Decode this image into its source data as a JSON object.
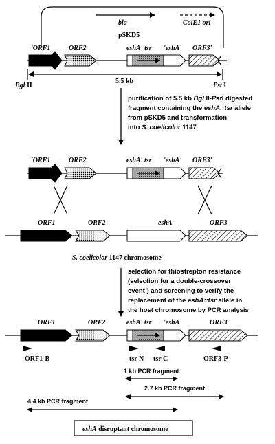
{
  "plasmid": {
    "name": "pSKD5",
    "bla": "bla",
    "colE1": "ColE1 ori",
    "orf1": "'ORF1",
    "orf2": "ORF2",
    "eshA_prime": "eshA'",
    "tsr": "tsr",
    "eshA_trunc": "'eshA",
    "orf3": "ORF3'",
    "size": "5.5 kb",
    "bgl": "Bgl",
    "bgl_suffix": " II",
    "pst": "Pst",
    "pst_suffix": " I"
  },
  "step1": {
    "line1": "purification of 5.5 kb ",
    "line1_bgl": "Bgl",
    "line1_mid": " II-",
    "line1_pst": "Pst",
    "line1_end": "I digested",
    "line2": "fragment containing the ",
    "line2_allele": "eshA::tsr",
    "line2_end": " allele",
    "line3": "from pSKD5 and transformation",
    "line4": "into ",
    "line4_sc": "S. coelicolor",
    "line4_end": " 1147"
  },
  "fragment": {
    "orf1": "'ORF1",
    "orf2": "ORF2",
    "eshA_prime": "eshA'",
    "tsr": "tsr",
    "eshA_trunc": "'eshA",
    "orf3": "ORF3'"
  },
  "chromosome": {
    "orf1": "ORF1",
    "orf2": "ORF2",
    "eshA": "eshA",
    "orf3": "ORF3",
    "label_species": "S. coelicolor",
    "label_rest": " 1147 chromosome"
  },
  "step2": {
    "line1": "selection for thiostrepton resistance",
    "line2": "(selection for a double-crossover",
    "line3": "event ) and screening to verify the",
    "line4": "replacement of the ",
    "line4_allele": "eshA::tsr",
    "line4_end": " allele  in",
    "line5": "the host chromosome by PCR analysis"
  },
  "disruptant": {
    "orf1": "ORF1",
    "orf2": "ORF2",
    "eshA_prime": "eshA'",
    "tsr": "tsr",
    "eshA_trunc": "'eshA",
    "orf3": "ORF3",
    "primer_orf1b": "ORF1-B",
    "primer_tsrn": "tsr N",
    "primer_tsrc": "tsr C",
    "primer_orf3p": "ORF3-P",
    "pcr1": "1 kb PCR fragment",
    "pcr2": "2.7 kb PCR fragment",
    "pcr3": "4.4 kb PCR fragment",
    "final_italic": "eshA",
    "final_rest": " disruptant chromosome"
  }
}
